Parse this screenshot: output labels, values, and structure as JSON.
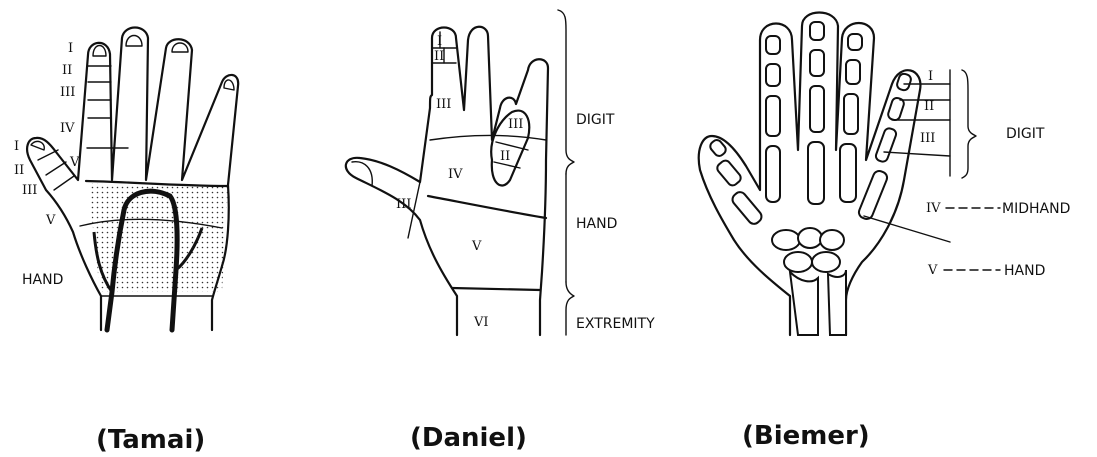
{
  "tamai": {
    "caption": "(Tamai)",
    "zones_finger": [
      "I",
      "II",
      "III",
      "IV",
      "V"
    ],
    "zones_thumb": [
      "I",
      "II",
      "III",
      "V"
    ],
    "hand_label": "HAND"
  },
  "daniel": {
    "caption": "(Daniel)",
    "zones": [
      "I",
      "II",
      "III",
      "III",
      "IV",
      "II",
      "III",
      "V",
      "VI"
    ],
    "regions": [
      "DIGIT",
      "HAND",
      "EXTREMITY"
    ]
  },
  "biemer": {
    "caption": "(Biemer)",
    "zones": [
      "I",
      "II",
      "III",
      "IV",
      "V"
    ],
    "regions": [
      "DIGIT",
      "MIDHAND",
      "HAND"
    ]
  },
  "colors": {
    "ink": "#111111",
    "background": "#ffffff"
  }
}
